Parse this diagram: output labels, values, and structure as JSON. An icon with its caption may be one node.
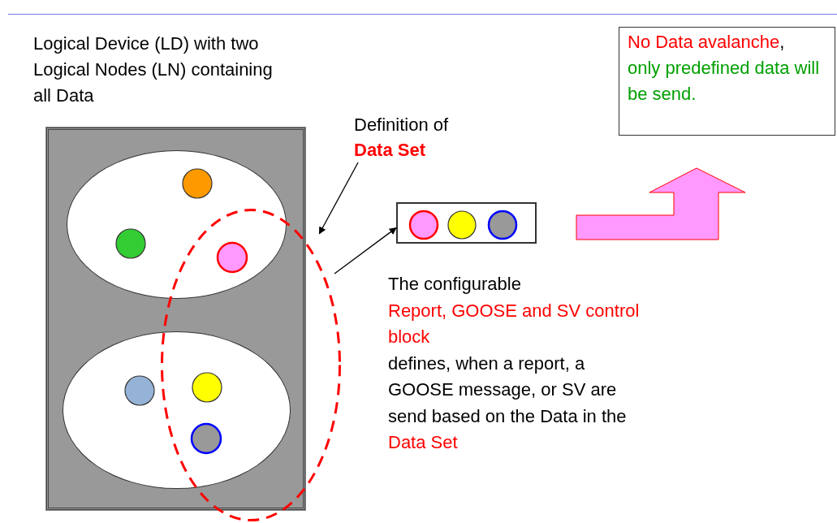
{
  "diagram": {
    "nodes": [
      {
        "text": [
          "Logical Device (LD) with two Logical Nodes (LN) containing all Data"
        ]
      },
      {
        "text": [],
        "shape": "ellipse",
        "in": 0
      },
      {
        "text": [],
        "shape": "ellipse",
        "in": 0
      },
      {
        "text": [
          "Definition of",
          "Data Set"
        ]
      },
      {
        "text": [],
        "shape": "ellipse"
      },
      {
        "text": [],
        "shape": "box"
      },
      {
        "text": [
          "No Data avalanche",
          ",",
          "only predefined data will be send."
        ]
      }
    ],
    "edges": [
      {
        "from": 3,
        "to": 4,
        "arrow": "to"
      },
      {
        "from": 4,
        "to": 5,
        "arrow": "to"
      },
      {
        "from": 5,
        "to": 6,
        "arrow": "to",
        "style": "thick",
        "color": "#ff99ff"
      }
    ],
    "labels": [
      "The configurable",
      "Report, GOOSE and SV control block",
      "defines, when a report, a GOOSE message, or SV are send based on the Data in the",
      "Data Set"
    ]
  }
}
